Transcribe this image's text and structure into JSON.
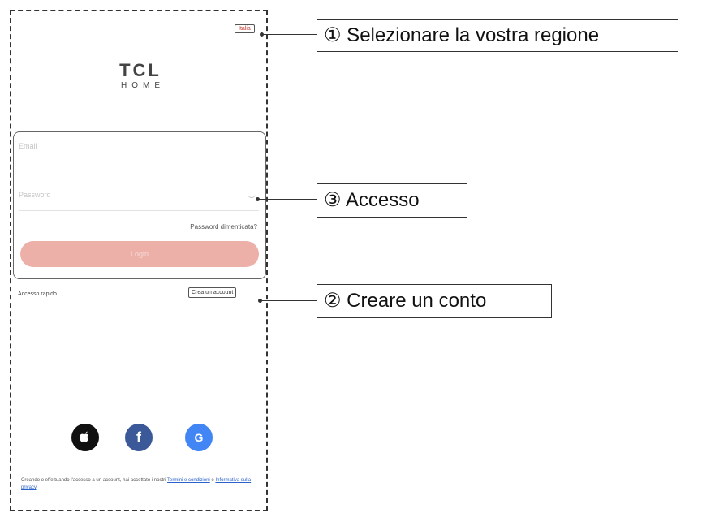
{
  "phone": {
    "region_button": "Italia",
    "logo": {
      "main": "TCL",
      "sub": "HOME"
    },
    "email_placeholder": "Email",
    "password_placeholder": "Password",
    "forgot_password": "Password dimenticata?",
    "login_button": "Login",
    "quick_access": "Accesso rapido",
    "create_account": "Crea un account",
    "social": {
      "apple_glyph": "",
      "facebook_glyph": "f",
      "google_glyph": "G"
    },
    "terms": {
      "prefix": "Creando o effettuando l'accesso a un account, hai accettato i nostri",
      "terms_link": "Termini e condizioni",
      "middle": "e",
      "privacy_link": "Informativa sulla privacy",
      "suffix": "."
    }
  },
  "callouts": {
    "region": "① Selezionare la vostra regione",
    "access": "③  Accesso",
    "create": "② Creare un conto"
  },
  "icons": {
    "apple": "apple-icon",
    "facebook": "facebook-icon",
    "google": "google-icon",
    "eye": "eye-icon"
  },
  "colors": {
    "login_button": "#edb0a9",
    "region_text": "#c0392b",
    "facebook": "#3b5998",
    "google": "#4285f4",
    "link": "#2a62c9"
  }
}
